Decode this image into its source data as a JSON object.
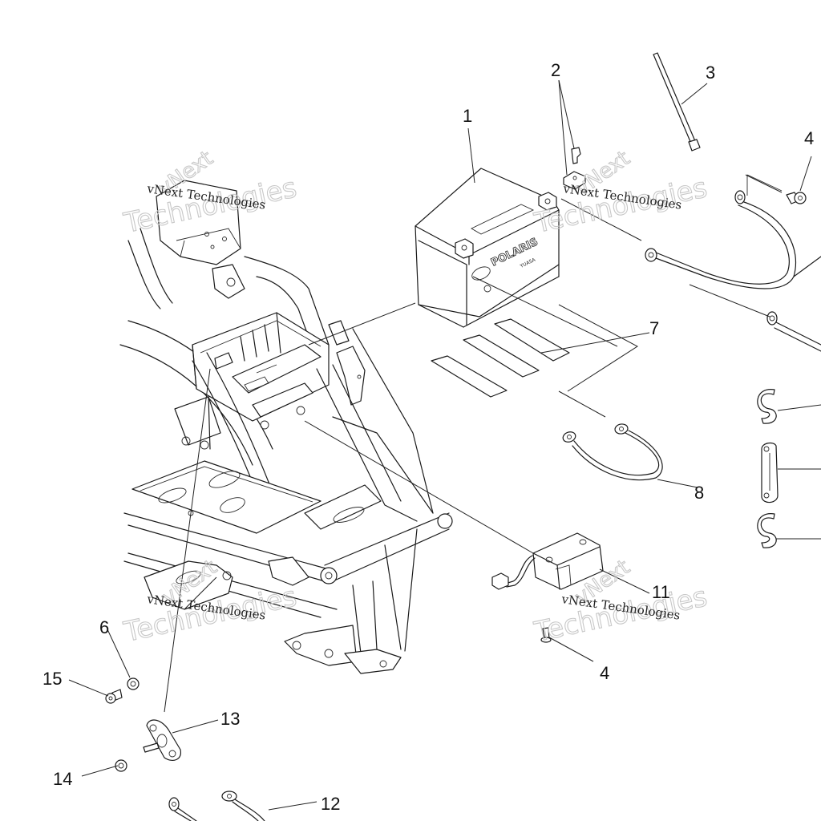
{
  "diagram": {
    "title": "Battery / Electrical Parts Diagram",
    "callouts": [
      {
        "id": "1",
        "label": "1",
        "part": "battery"
      },
      {
        "id": "2",
        "label": "2",
        "part": "terminal-bolt-and-nut"
      },
      {
        "id": "3",
        "label": "3",
        "part": "strap"
      },
      {
        "id": "4a",
        "label": "4",
        "part": "screw"
      },
      {
        "id": "4b",
        "label": "4",
        "part": "screw"
      },
      {
        "id": "6",
        "label": "6",
        "part": "nut"
      },
      {
        "id": "7",
        "label": "7",
        "part": "pads"
      },
      {
        "id": "8",
        "label": "8",
        "part": "ground-cable"
      },
      {
        "id": "11",
        "label": "11",
        "part": "relay-module"
      },
      {
        "id": "12",
        "label": "12",
        "part": "cable"
      },
      {
        "id": "13",
        "label": "13",
        "part": "terminal-block"
      },
      {
        "id": "14",
        "label": "14",
        "part": "nut"
      },
      {
        "id": "15",
        "label": "15",
        "part": "bolt"
      }
    ],
    "battery_brand": "POLARIS",
    "battery_sub_brand": "YUASA",
    "watermark": {
      "small_text": "vNext Technologies",
      "big_line1": "vNext",
      "big_line2": "Technologies"
    }
  }
}
